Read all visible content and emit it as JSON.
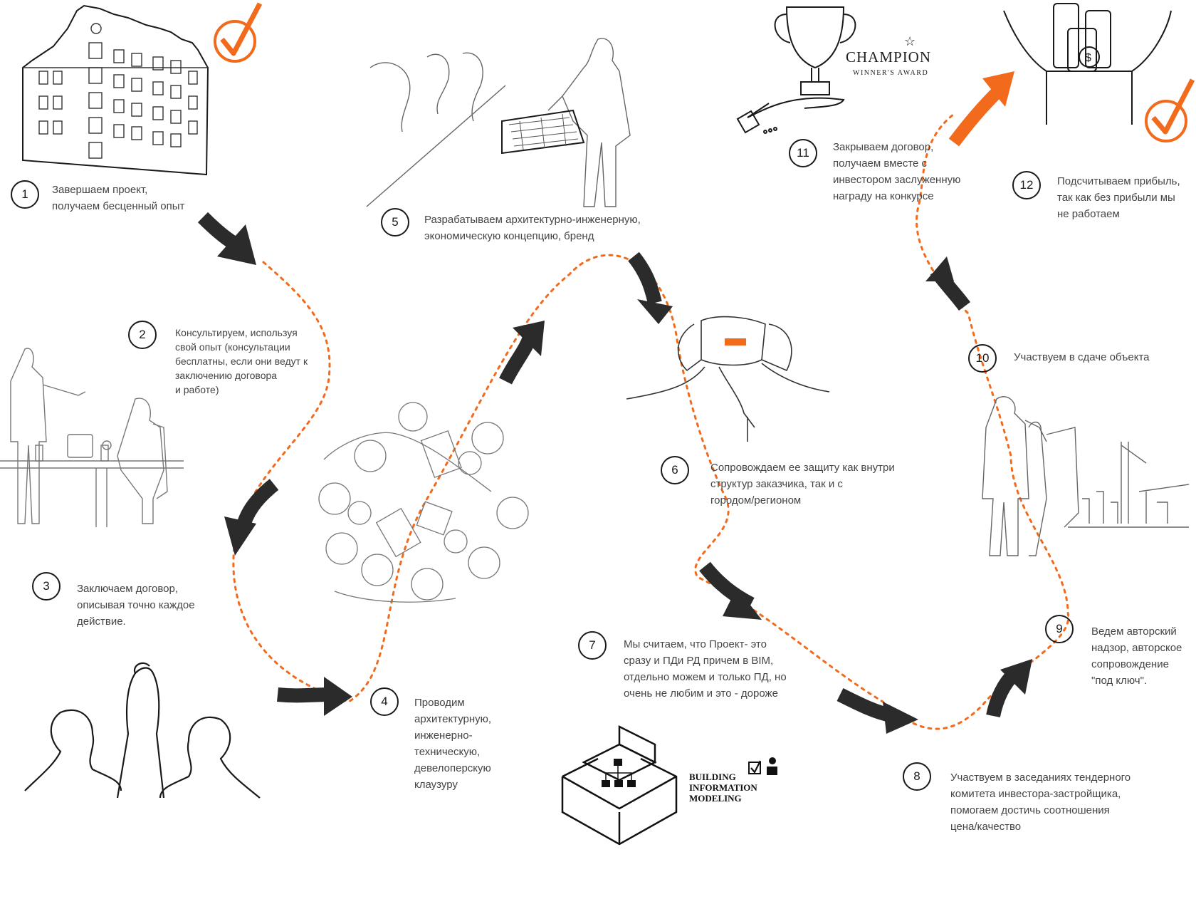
{
  "colors": {
    "accent": "#f26a1b",
    "arrow": "#2b2b2b",
    "sketch": "#555555",
    "number_ring": "#1a1a1a"
  },
  "steps": [
    {
      "num": "1",
      "lines": [
        "Завершаем проект,",
        "получаем бесценный опыт"
      ]
    },
    {
      "num": "2",
      "lines": [
        "Консультируем, используя",
        "свой опыт (консультации",
        "бесплатны, если они ведут к",
        "заключению договора",
        "и работе)"
      ]
    },
    {
      "num": "3",
      "lines": [
        "Заключаем договор,",
        "описывая точно каждое",
        "действие."
      ]
    },
    {
      "num": "4",
      "lines": [
        "Проводим",
        "архитектурную,",
        "инженерно-",
        "техническую,",
        "девелоперскую",
        "клаузуру"
      ]
    },
    {
      "num": "5",
      "lines": [
        "Разрабатываем архитектурно-инженерную,",
        "экономическую концепцию, бренд"
      ]
    },
    {
      "num": "6",
      "lines": [
        "Сопровождаем ее защиту как внутри",
        "структур заказчика, так и с",
        "городом/регионом"
      ]
    },
    {
      "num": "7",
      "lines": [
        "Мы считаем, что Проект- это",
        "сразу и ПДи РД причем в BIM,",
        "отдельно можем и только ПД, но",
        "очень не любим и это - дороже"
      ]
    },
    {
      "num": "8",
      "lines": [
        "Участвуем в заседаниях тендерного",
        "комитета инвестора-застройщика,",
        "помогаем достичь соотношения",
        "цена/качество"
      ]
    },
    {
      "num": "9",
      "lines": [
        "Ведем авторский",
        "надзор, авторское",
        "сопровождение",
        "\"под ключ\"."
      ]
    },
    {
      "num": "10",
      "lines": [
        "Участвуем в сдаче объекта"
      ]
    },
    {
      "num": "11",
      "lines": [
        "Закрываем договор,",
        "получаем вместе с",
        "инвестором заслуженную",
        "награду на конкурсе"
      ]
    },
    {
      "num": "12",
      "lines": [
        "Подсчитываем прибыль,",
        "так как без прибыли мы",
        "не работаем"
      ]
    }
  ],
  "champion": {
    "title": "CHAMPION",
    "subtitle": "WINNER'S AWARD"
  },
  "bim": {
    "lines": [
      "BUILDING",
      "INFORMATION",
      "MODELING"
    ]
  },
  "icons": [
    "building-sketch-icon",
    "checkmark-icon",
    "trophy-icon",
    "money-hands-icon",
    "vr-headset-icon",
    "meeting-table-icon",
    "handshake-icon",
    "bim-cube-icon",
    "construction-site-icon"
  ]
}
